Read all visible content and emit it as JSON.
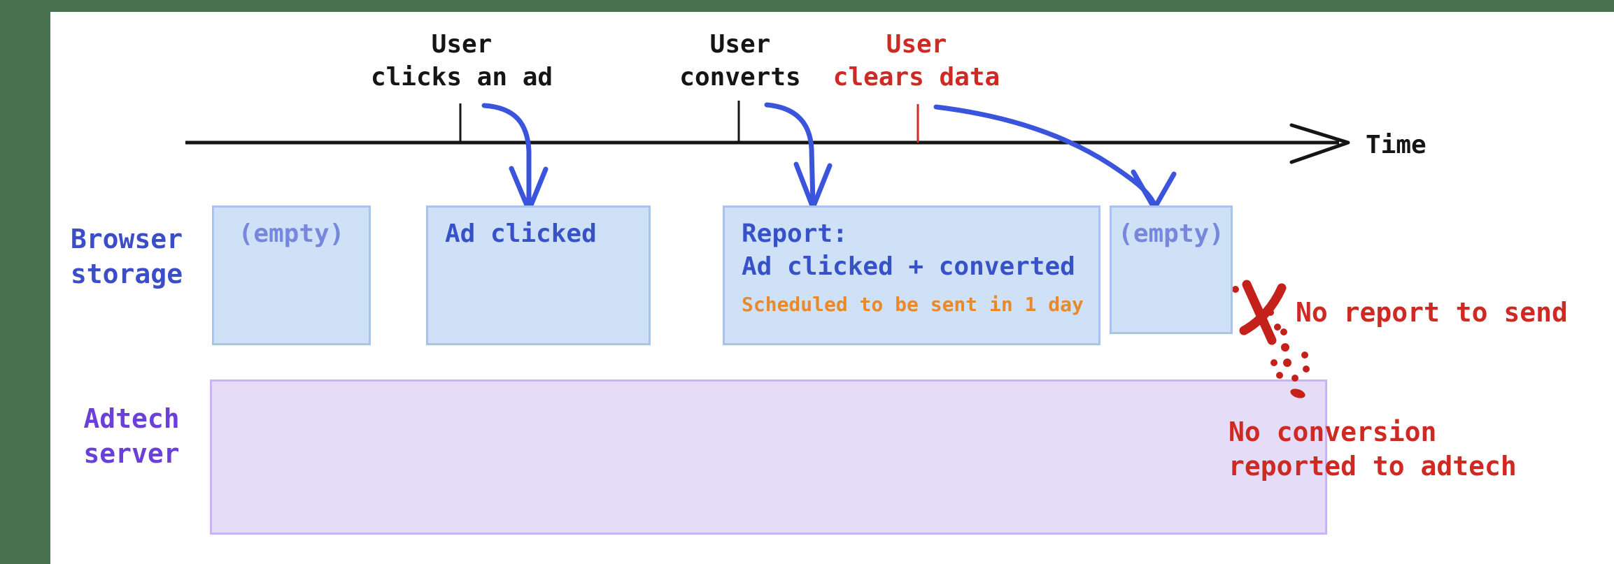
{
  "colors": {
    "border_green": "#48724E",
    "ink": "#151515",
    "red": "#CE2A23",
    "red_x": "#C4211A",
    "blue_arrow": "#3A55DC",
    "blue_text": "#3751C8",
    "blue_muted": "#7787DC",
    "blue_box_fill": "#CFE1F7",
    "blue_box_border": "#A8C3EF",
    "label_blue": "#3B4EC8",
    "orange": "#E8892E",
    "purple_text": "#6B3FD9",
    "purple_fill": "#E5DDF8",
    "purple_border": "#C8B5F0"
  },
  "timeline": {
    "axis_label": "Time",
    "events": [
      {
        "line1": "User",
        "line2": "clicks an ad"
      },
      {
        "line1": "User",
        "line2": "converts"
      },
      {
        "line1": "User",
        "line2": "clears data"
      }
    ]
  },
  "rows": {
    "browser": {
      "line1": "Browser",
      "line2": "storage"
    },
    "adtech": {
      "line1": "Adtech",
      "line2": "server"
    }
  },
  "storage_boxes": [
    {
      "text": "(empty)"
    },
    {
      "text": "Ad clicked"
    },
    {
      "title": "Report:",
      "line2": "Ad clicked + converted",
      "note": "Scheduled to be sent in 1 day"
    },
    {
      "text": "(empty)"
    }
  ],
  "annotations": {
    "no_report": "No report to send",
    "no_conversion_line1": "No conversion",
    "no_conversion_line2": "reported to adtech"
  }
}
